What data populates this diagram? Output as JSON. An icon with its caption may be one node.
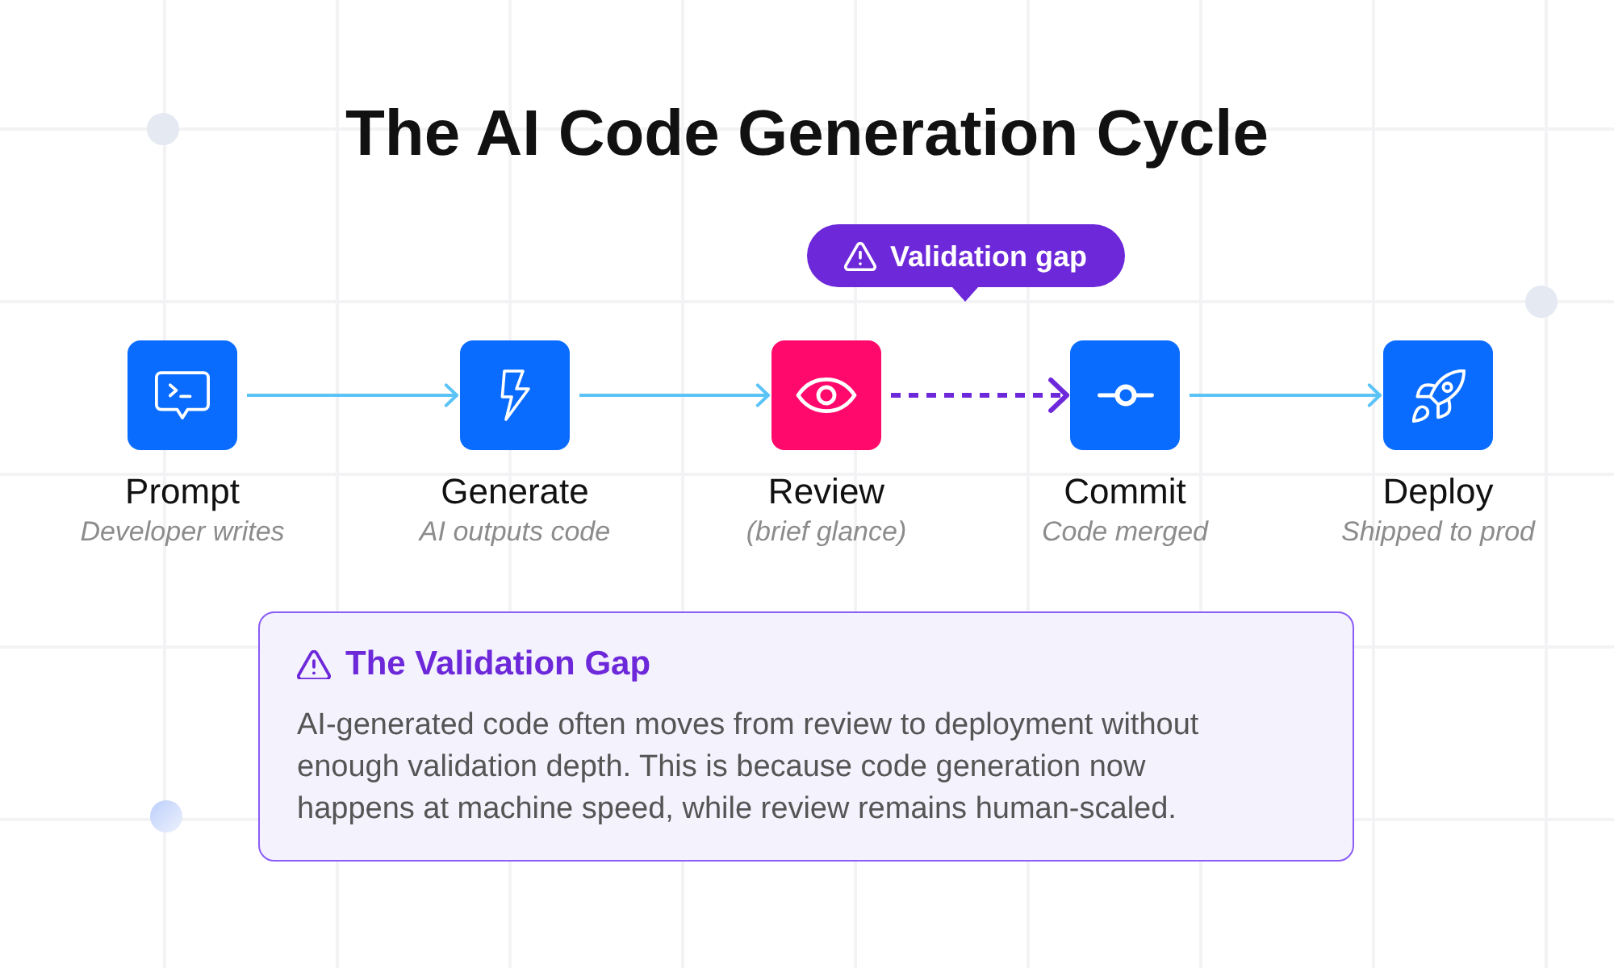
{
  "diagram": {
    "title": "The AI Code Generation Cycle",
    "nodes": [
      {
        "text": [
          "Prompt",
          "Developer writes"
        ]
      },
      {
        "text": [
          "Generate",
          "AI outputs code"
        ]
      },
      {
        "text": [
          "Review",
          "(brief glance)"
        ]
      },
      {
        "text": [
          "Commit",
          "Code merged"
        ]
      },
      {
        "text": [
          "Deploy",
          "Shipped to prod"
        ]
      },
      {
        "text": [
          "The Validation Gap",
          "AI-generated code often moves from review to deployment without enough validation depth. This is because code generation now happens at machine speed, while review remains human-scaled."
        ]
      }
    ],
    "edges": [
      {
        "from": 0,
        "to": 1,
        "arrow": "to"
      },
      {
        "from": 1,
        "to": 2,
        "arrow": "to"
      },
      {
        "from": 2,
        "to": 3,
        "arrow": "to",
        "label": "Validation gap",
        "style": "dashed",
        "color": "#6d28d9"
      },
      {
        "from": 3,
        "to": 4,
        "arrow": "to"
      }
    ]
  }
}
